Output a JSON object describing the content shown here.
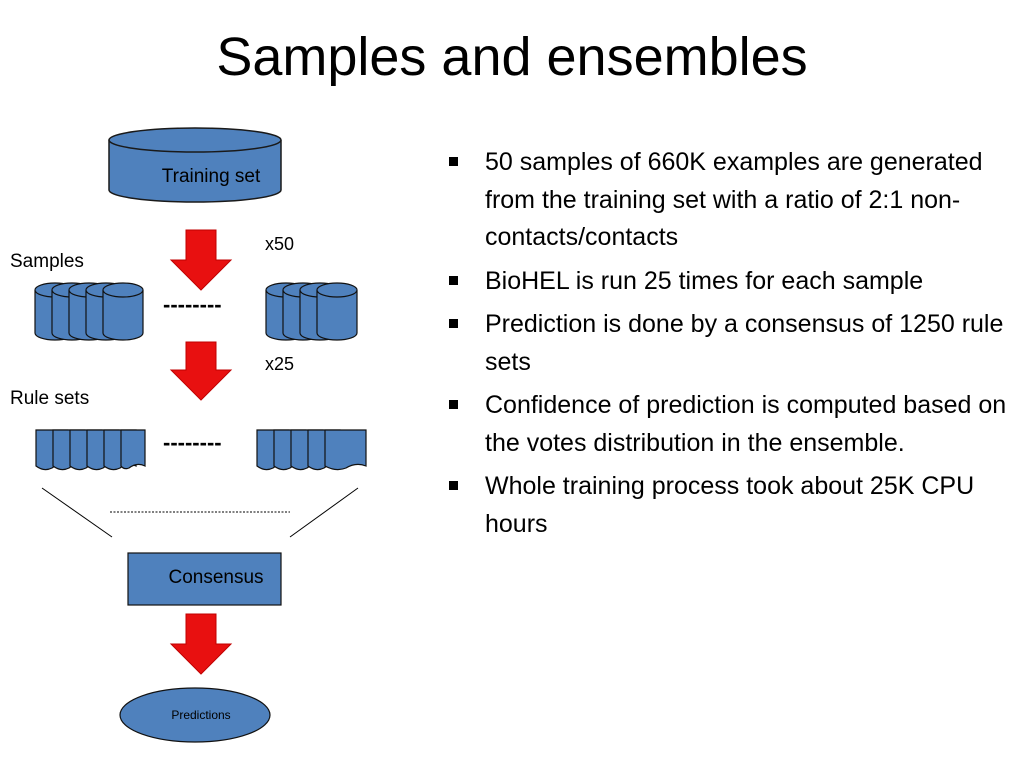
{
  "slide": {
    "title": "Samples and ensembles"
  },
  "diagram": {
    "training_set": "Training set",
    "samples_label": "Samples",
    "sample_multiplier": "x50",
    "rule_sets_label": "Rule sets",
    "run_multiplier": "x25",
    "ellipsis": "--------",
    "consensus": "Consensus",
    "predictions": "Predictions",
    "colors": {
      "shape_fill": "#4f81bd",
      "shape_stroke": "#000000",
      "arrow_fill": "#e81010",
      "arrow_stroke": "#c00000"
    }
  },
  "bullets": [
    "50 samples of 660K examples are generated from the training set with a ratio of 2:1 non-contacts/contacts",
    "BioHEL is run 25 times for each sample",
    "Prediction is done by a consensus of 1250 rule sets",
    "Confidence of prediction is computed based on the votes distribution in the ensemble.",
    "Whole training process took about 25K CPU hours"
  ]
}
